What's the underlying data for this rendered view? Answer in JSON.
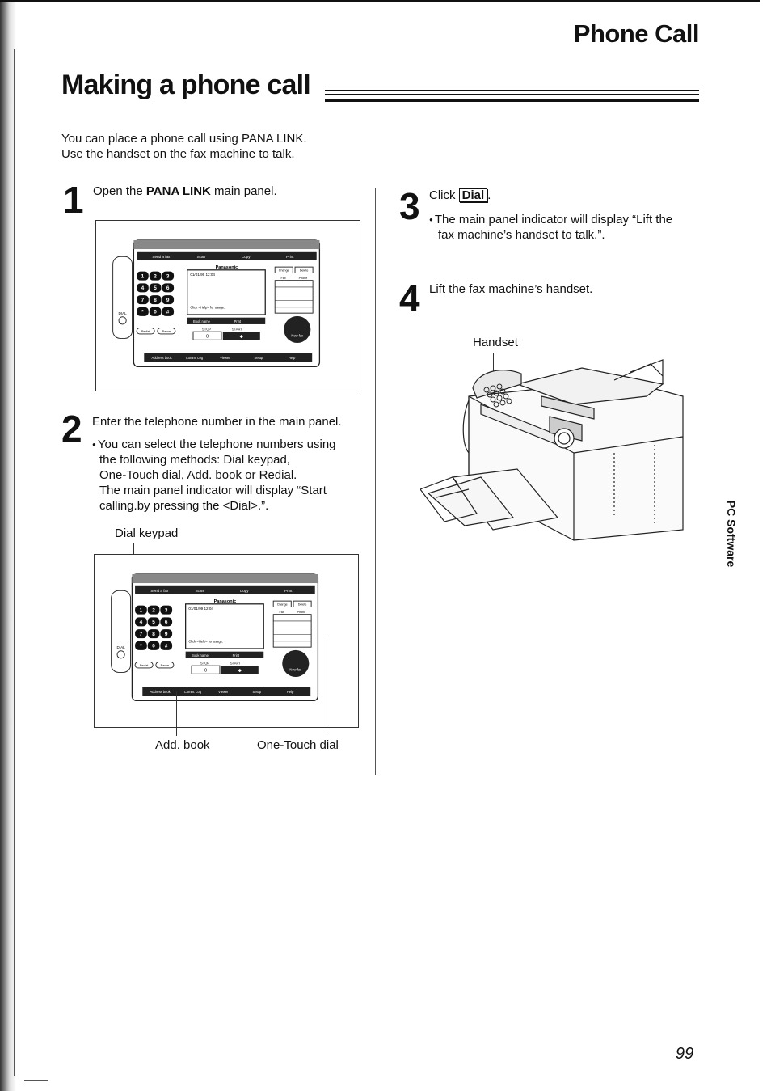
{
  "header": {
    "section": "Phone Call"
  },
  "title": "Making a phone call",
  "intro": [
    "You can place a phone call using PANA LINK.",
    "Use the handset on the fax machine to talk."
  ],
  "steps": {
    "s1": {
      "num": "1",
      "pre": "Open the ",
      "bold": "PANA LINK",
      "post": " main panel."
    },
    "s2": {
      "num": "2",
      "line": "Enter the telephone number in the main panel.",
      "bullet": [
        "You can select the telephone numbers using",
        "the following methods: Dial keypad,",
        "One-Touch dial, Add. book or Redial.",
        "The main panel indicator will display “Start",
        "calling.by pressing the <Dial>.”."
      ],
      "callout_top": "Dial keypad",
      "callout_left": "Add. book",
      "callout_right": "One-Touch dial"
    },
    "s3": {
      "num": "3",
      "pre": "Click ",
      "key": "Dial",
      "post": ".",
      "bullet": [
        "The main panel indicator will display “Lift the",
        "fax machine’s handset to talk.”."
      ]
    },
    "s4": {
      "num": "4",
      "line": "Lift the fax machine’s handset.",
      "callout": "Handset"
    }
  },
  "panel": {
    "tabs": [
      "Send a fax",
      "Scan",
      "Copy",
      "Print"
    ],
    "brand": "Panasonic",
    "datetime": "01/01/99 12:04",
    "hint": "Click <Help> for usage.",
    "buttons": [
      "Change",
      "Delete"
    ],
    "list_tabs": [
      "Fax",
      "Phone"
    ],
    "keys": [
      "1",
      "2",
      "3",
      "4",
      "5",
      "6",
      "7",
      "8",
      "9",
      "*",
      "0",
      "#"
    ],
    "lower_left": [
      "Redial",
      "Pause"
    ],
    "lower_mid": [
      "Book name",
      "Print"
    ],
    "stop": "STOP",
    "start": "START",
    "stop_val": "0",
    "start_val": "◆",
    "round_btn": "New fax",
    "bottom_tabs": [
      "Address book",
      "Comm. Log",
      "Viewer",
      "Setup",
      "Help"
    ],
    "dial_label": "DIAL"
  },
  "page_number": "99",
  "side_tab": "PC Software"
}
